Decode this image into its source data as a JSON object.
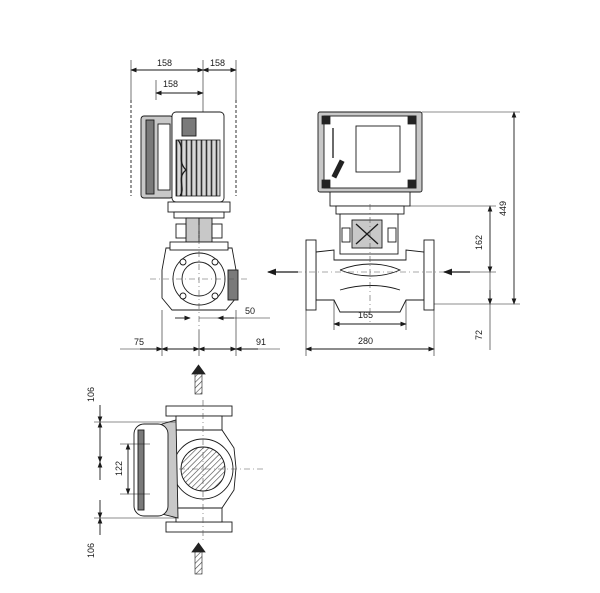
{
  "dimensions": {
    "front_top_total_left": "158",
    "front_top_total_right": "158",
    "front_top_inner": "158",
    "front_right_offset": "50",
    "front_bottom_left": "75",
    "front_bottom_right": "91",
    "side_flange_span": "165",
    "side_total_length": "280",
    "side_pipe_height": "162",
    "side_total_height": "449",
    "side_below_axis": "72",
    "plan_top": "106",
    "plan_middle": "122",
    "plan_bottom": "106"
  },
  "colors": {
    "line": "#1a1a1a",
    "motor_fill": "#c8c8c8",
    "dark_fill": "#7a7a7a"
  }
}
